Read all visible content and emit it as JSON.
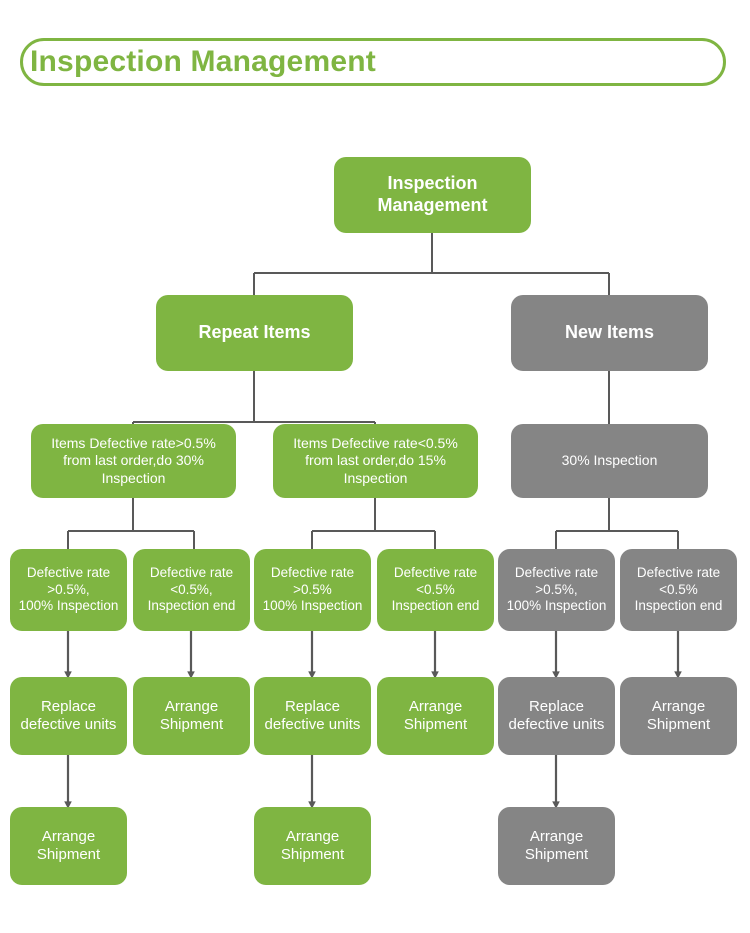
{
  "header": {
    "title": "Inspection Management",
    "border_color": "#7fb542",
    "text_color": "#7fb542"
  },
  "palette": {
    "green": "#7fb542",
    "gray": "#858585",
    "line": "#595959",
    "node_text": "#ffffff",
    "background": "#ffffff"
  },
  "chart_data": {
    "type": "diagram",
    "title": "Inspection Management",
    "nodes": [
      {
        "id": "root",
        "label": "Inspection\nManagement",
        "color": "green",
        "level": 0
      },
      {
        "id": "repeat",
        "label": "Repeat Items",
        "color": "green",
        "level": 1
      },
      {
        "id": "new",
        "label": "New Items",
        "color": "gray",
        "level": 1
      },
      {
        "id": "rep-hi",
        "label": "Items Defective rate>0.5%\nfrom last order,do 30%\nInspection",
        "color": "green",
        "level": 2
      },
      {
        "id": "rep-lo",
        "label": "Items Defective rate<0.5%\nfrom last order,do 15%\nInspection",
        "color": "green",
        "level": 2
      },
      {
        "id": "new-30",
        "label": "30% Inspection",
        "color": "gray",
        "level": 2
      },
      {
        "id": "c1",
        "label": "Defective rate\n>0.5%,\n100% Inspection",
        "color": "green",
        "level": 3
      },
      {
        "id": "c2",
        "label": "Defective rate\n<0.5%,\nInspection end",
        "color": "green",
        "level": 3
      },
      {
        "id": "c3",
        "label": "Defective rate\n>0.5%\n100% Inspection",
        "color": "green",
        "level": 3
      },
      {
        "id": "c4",
        "label": "Defective rate\n<0.5%\nInspection end",
        "color": "green",
        "level": 3
      },
      {
        "id": "c5",
        "label": "Defective rate\n>0.5%,\n100% Inspection",
        "color": "gray",
        "level": 3
      },
      {
        "id": "c6",
        "label": "Defective rate\n<0.5%\nInspection end",
        "color": "gray",
        "level": 3
      },
      {
        "id": "r1",
        "label": "Replace\ndefective units",
        "color": "green",
        "level": 4
      },
      {
        "id": "r2",
        "label": "Arrange\nShipment",
        "color": "green",
        "level": 4
      },
      {
        "id": "r3",
        "label": "Replace\ndefective units",
        "color": "green",
        "level": 4
      },
      {
        "id": "r4",
        "label": "Arrange\nShipment",
        "color": "green",
        "level": 4
      },
      {
        "id": "r5",
        "label": "Replace\ndefective units",
        "color": "gray",
        "level": 4
      },
      {
        "id": "r6",
        "label": "Arrange\nShipment",
        "color": "gray",
        "level": 4
      },
      {
        "id": "s1",
        "label": "Arrange\nShipment",
        "color": "green",
        "level": 5
      },
      {
        "id": "s2",
        "label": "Arrange\nShipment",
        "color": "green",
        "level": 5
      },
      {
        "id": "s3",
        "label": "Arrange\nShipment",
        "color": "gray",
        "level": 5
      }
    ],
    "edges": [
      {
        "from": "root",
        "to": "repeat",
        "style": "elbow"
      },
      {
        "from": "root",
        "to": "new",
        "style": "elbow"
      },
      {
        "from": "repeat",
        "to": "rep-hi",
        "style": "elbow"
      },
      {
        "from": "repeat",
        "to": "rep-lo",
        "style": "elbow"
      },
      {
        "from": "new",
        "to": "new-30",
        "style": "straight"
      },
      {
        "from": "rep-hi",
        "to": "c1",
        "style": "elbow"
      },
      {
        "from": "rep-hi",
        "to": "c2",
        "style": "elbow"
      },
      {
        "from": "rep-lo",
        "to": "c3",
        "style": "elbow"
      },
      {
        "from": "rep-lo",
        "to": "c4",
        "style": "elbow"
      },
      {
        "from": "new-30",
        "to": "c5",
        "style": "elbow"
      },
      {
        "from": "new-30",
        "to": "c6",
        "style": "elbow"
      },
      {
        "from": "c1",
        "to": "r1",
        "style": "arrow"
      },
      {
        "from": "c2",
        "to": "r2",
        "style": "arrow"
      },
      {
        "from": "c3",
        "to": "r3",
        "style": "arrow"
      },
      {
        "from": "c4",
        "to": "r4",
        "style": "arrow"
      },
      {
        "from": "c5",
        "to": "r5",
        "style": "arrow"
      },
      {
        "from": "c6",
        "to": "r6",
        "style": "arrow"
      },
      {
        "from": "r1",
        "to": "s1",
        "style": "arrow"
      },
      {
        "from": "r3",
        "to": "s2",
        "style": "arrow"
      },
      {
        "from": "r5",
        "to": "s3",
        "style": "arrow"
      }
    ]
  }
}
